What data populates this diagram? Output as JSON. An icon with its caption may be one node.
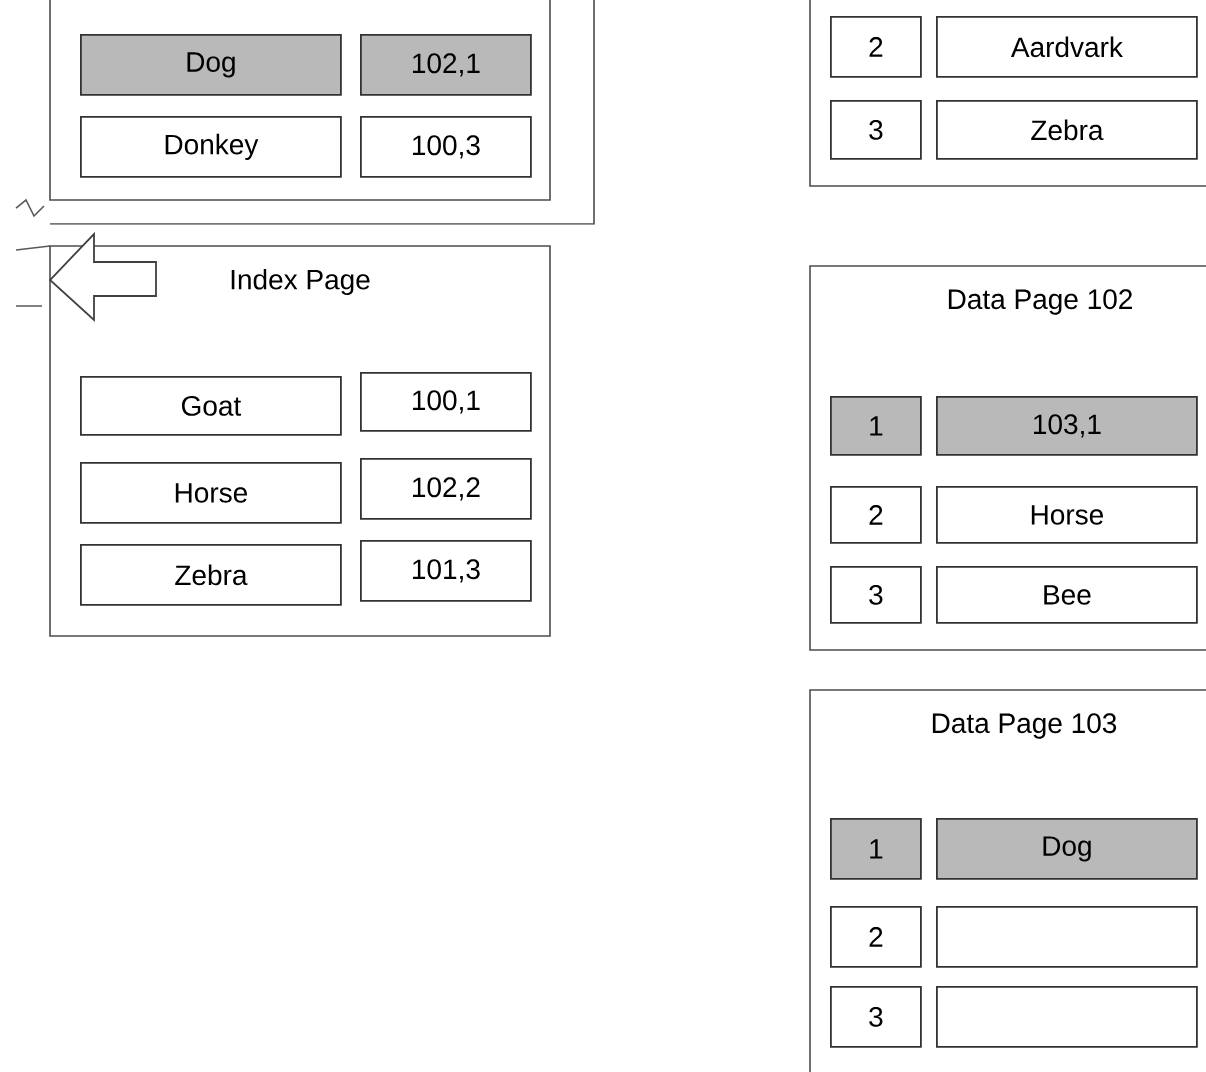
{
  "diagram": {
    "nodes": [
      {
        "text": [],
        "shape": "box"
      },
      {
        "text": [],
        "shape": "box",
        "in": 0
      },
      {
        "text": [
          "Dog"
        ],
        "in": 1
      },
      {
        "text": [
          "102,1"
        ],
        "in": 1
      },
      {
        "text": [
          "Donkey"
        ],
        "in": 1
      },
      {
        "text": [
          "100,3"
        ],
        "in": 1
      },
      {
        "text": [],
        "shape": "box"
      },
      {
        "text": [
          "2"
        ],
        "in": 6
      },
      {
        "text": [
          "Aardvark"
        ],
        "in": 6
      },
      {
        "text": [
          "3"
        ],
        "in": 6
      },
      {
        "text": [
          "Zebra"
        ],
        "in": 6
      },
      {
        "text": [
          "Index Page"
        ]
      },
      {
        "text": [
          "Goat"
        ],
        "in": 11
      },
      {
        "text": [
          "100,1"
        ],
        "in": 11
      },
      {
        "text": [
          "Horse"
        ],
        "in": 11
      },
      {
        "text": [
          "102,2"
        ],
        "in": 11
      },
      {
        "text": [
          "Zebra"
        ],
        "in": 11
      },
      {
        "text": [
          "101,3"
        ],
        "in": 11
      },
      {
        "text": [
          "Data Page 102"
        ]
      },
      {
        "text": [
          "1"
        ],
        "in": 18
      },
      {
        "text": [
          "103,1"
        ],
        "in": 18
      },
      {
        "text": [
          "2"
        ],
        "in": 18
      },
      {
        "text": [
          "Horse"
        ],
        "in": 18
      },
      {
        "text": [
          "3"
        ],
        "in": 18
      },
      {
        "text": [
          "Bee"
        ],
        "in": 18
      },
      {
        "text": [
          "Data Page 103"
        ]
      },
      {
        "text": [
          "1"
        ],
        "in": 25
      },
      {
        "text": [
          "Dog"
        ],
        "in": 25
      },
      {
        "text": [
          "2"
        ],
        "in": 25
      },
      {
        "text": [],
        "shape": "box",
        "in": 25
      },
      {
        "text": [
          "3"
        ],
        "in": 25
      },
      {
        "text": [],
        "shape": "box",
        "in": 25
      }
    ],
    "edges": [
      {
        "from": null,
        "to": 11,
        "arrow": "to"
      }
    ]
  }
}
